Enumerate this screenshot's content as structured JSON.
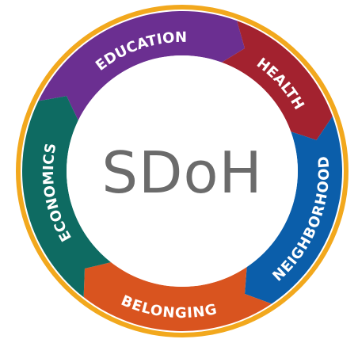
{
  "center": {
    "title": "SDoH"
  },
  "ring": {
    "outer_color": "#F2A81D",
    "inner_bg": "#FFFFFF",
    "segments": [
      {
        "id": "education",
        "label": "EDUCATION",
        "color": "#6B2F91"
      },
      {
        "id": "health",
        "label": "HEALTH",
        "color": "#A3222F"
      },
      {
        "id": "neighborhood",
        "label": "NEIGHBORHOOD",
        "color": "#0B5EAA"
      },
      {
        "id": "belonging",
        "label": "BELONGING",
        "color": "#D9541F"
      },
      {
        "id": "economics",
        "label": "ECONOMICS",
        "color": "#0E6B62"
      }
    ]
  }
}
